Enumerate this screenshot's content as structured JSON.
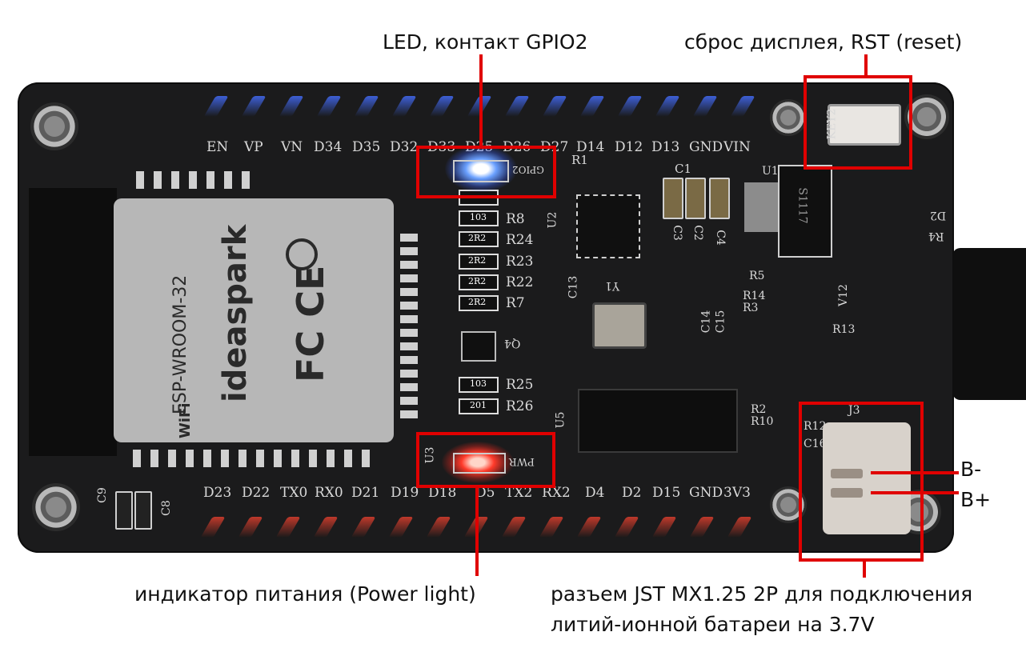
{
  "callouts": {
    "led": "LED, контакт GPIO2",
    "reset": "сброс дисплея, RST (reset)",
    "power": "индикатор питания (Power light)",
    "jst_line1": "разъем JST MX1.25 2P для подключения",
    "jst_line2": "литий-ионной батареи на 3.7V",
    "b_minus": "B-",
    "b_plus": "B+"
  },
  "board": {
    "top_pins": [
      "EN",
      "VP",
      "VN",
      "D34",
      "D35",
      "D32",
      "D33",
      "D25",
      "D26",
      "D27",
      "D14",
      "D12",
      "D13",
      "GND",
      "VIN"
    ],
    "bottom_pins": [
      "D23",
      "D22",
      "TX0",
      "RX0",
      "D21",
      "D19",
      "D18",
      "D5",
      "TX2",
      "RX2",
      "D4",
      "D2",
      "D15",
      "GND",
      "3V3"
    ],
    "module_text": {
      "model": "ESP-WROOM-32",
      "brand": "ideaspark",
      "wifi": "WiFi",
      "marks": "FC  CE"
    },
    "silkscreen": {
      "gpio2": "GPIO2",
      "pwr": "PWR",
      "key2": "KEY2",
      "u1": "U1",
      "u2": "U2",
      "u3": "U3",
      "u5": "U5",
      "y1": "Y1",
      "r1": "R1",
      "r8": "R8",
      "r24": "R24",
      "r23": "R23",
      "r22": "R22",
      "r7": "R7",
      "r25": "R25",
      "r26": "R26",
      "r13": "R13",
      "r14": "R14",
      "r3": "R3",
      "r5": "R5",
      "r4": "R4",
      "r2": "R2",
      "r10": "R10",
      "r12": "R12",
      "c1": "C1",
      "c2": "C2",
      "c3": "C3",
      "c4": "C4",
      "c8": "C8",
      "c9": "C9",
      "c13": "C13",
      "c14": "C14",
      "c15": "C15",
      "c16": "C16",
      "d2": "D2",
      "q4": "Q4",
      "v12": "V12",
      "j3": "J3",
      "ic": "S1117",
      "r103": "103",
      "r2r2": "2R2",
      "r201": "201"
    }
  },
  "colors": {
    "annotation_red": "#e00000",
    "board_black": "#1b1b1c",
    "led_blue": "#4a7bff",
    "led_red": "#ff3a2a",
    "pin_blue": "#3d5fd6",
    "pin_red": "#c0392b"
  }
}
